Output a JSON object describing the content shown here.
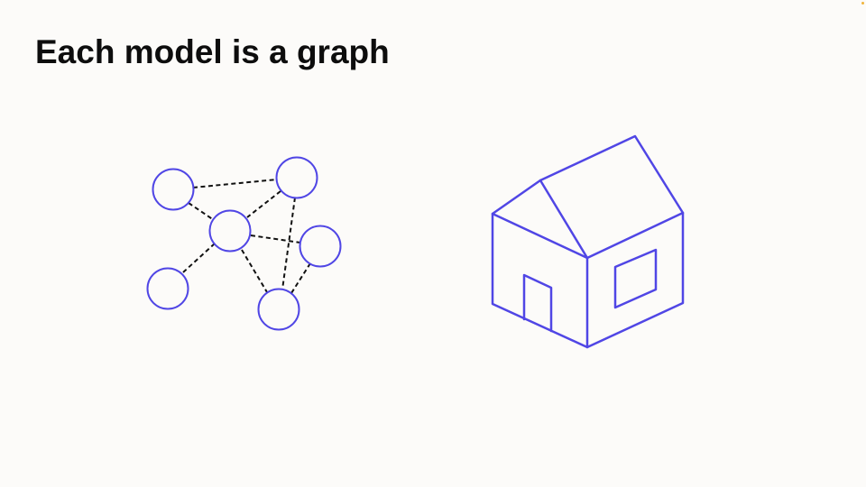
{
  "slide": {
    "title": "Each model is a graph"
  },
  "colors": {
    "background": "#fcfbf9",
    "accent": "#5046e5",
    "title_text": "#0d0d0d",
    "edge": "#111111",
    "corner_marker": "#f0b43c"
  },
  "graph": {
    "node_count": 6,
    "edge_style": "dashed",
    "nodes": [
      "node-a",
      "node-b",
      "node-c",
      "node-d",
      "node-e",
      "node-f"
    ],
    "edges": [
      [
        "node-a",
        "node-b"
      ],
      [
        "node-a",
        "node-c"
      ],
      [
        "node-b",
        "node-c"
      ],
      [
        "node-b",
        "node-f"
      ],
      [
        "node-c",
        "node-d"
      ],
      [
        "node-c",
        "node-e"
      ],
      [
        "node-c",
        "node-f"
      ],
      [
        "node-e",
        "node-f"
      ]
    ]
  },
  "house": {
    "icon": "house-icon",
    "style": "isometric outline"
  }
}
